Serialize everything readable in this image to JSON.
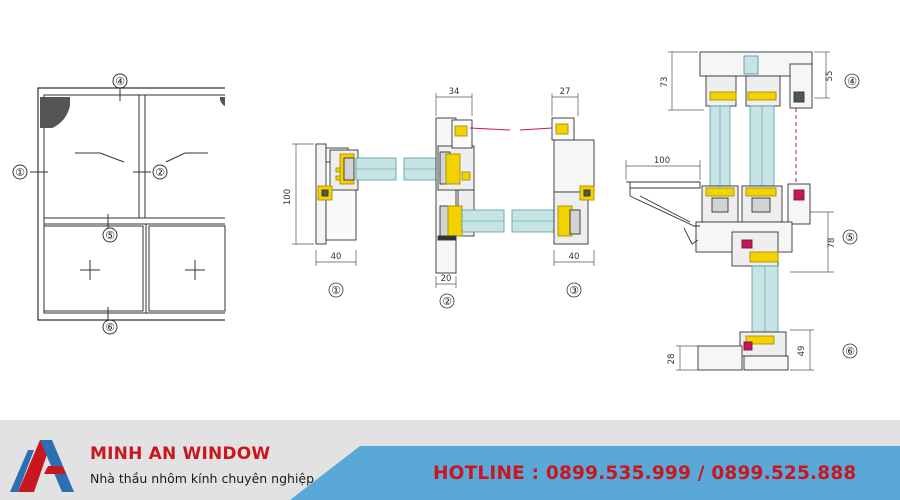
{
  "diagram": {
    "elevation_marks": [
      "①",
      "②",
      "④",
      "⑤",
      "⑥"
    ],
    "section_labels": [
      "①",
      "②",
      "③"
    ],
    "side_section_marks": [
      "④",
      "⑤",
      "⑥"
    ],
    "dimensions": {
      "d34": "34",
      "d27": "27",
      "d100": "100",
      "d40a": "40",
      "d20": "20",
      "d40b": "40",
      "d73": "73",
      "d55": "55",
      "d100h": "100",
      "d78": "78",
      "d28": "28",
      "d49": "49"
    },
    "colors": {
      "glass": "#c6e3e6",
      "gasket": "#f2d200",
      "insulation": "#d3d3d3",
      "accent": "#c2185b"
    }
  },
  "banner": {
    "brand_name": "MINH AN WINDOW",
    "tagline": "Nhà thầu nhôm kính chuyên nghiệp",
    "hotline": "HOTLINE : 0899.535.999 / 0899.525.888",
    "colors": {
      "grey": "#e2e2e2",
      "blue": "#5aa8d7",
      "red": "#c8171e",
      "logo_blue": "#2d6fb5"
    }
  }
}
